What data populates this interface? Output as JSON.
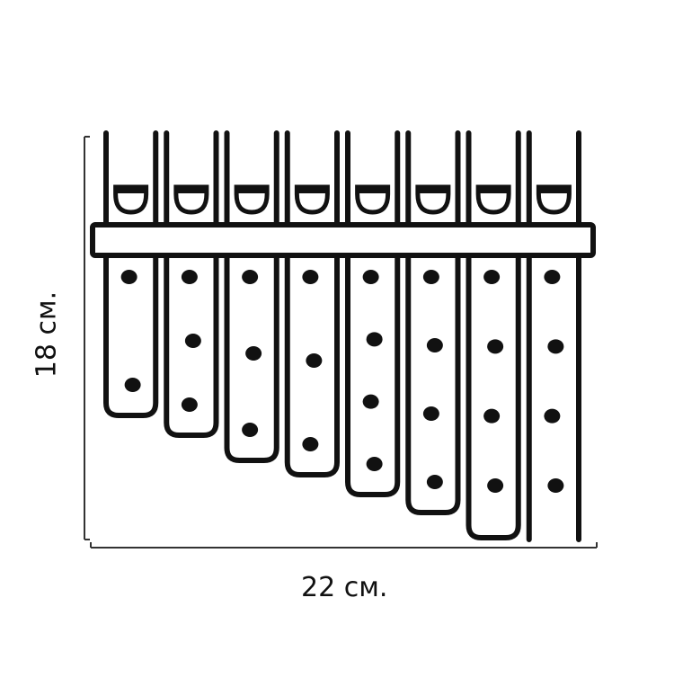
{
  "dimensions": {
    "width_label": "22 см.",
    "height_label": "18 см."
  },
  "figure": {
    "pipe_count": 8,
    "hole_counts": [
      2,
      3,
      3,
      3,
      4,
      4,
      4,
      4
    ],
    "stroke_color": "#111111",
    "fill_color": "#ffffff"
  }
}
